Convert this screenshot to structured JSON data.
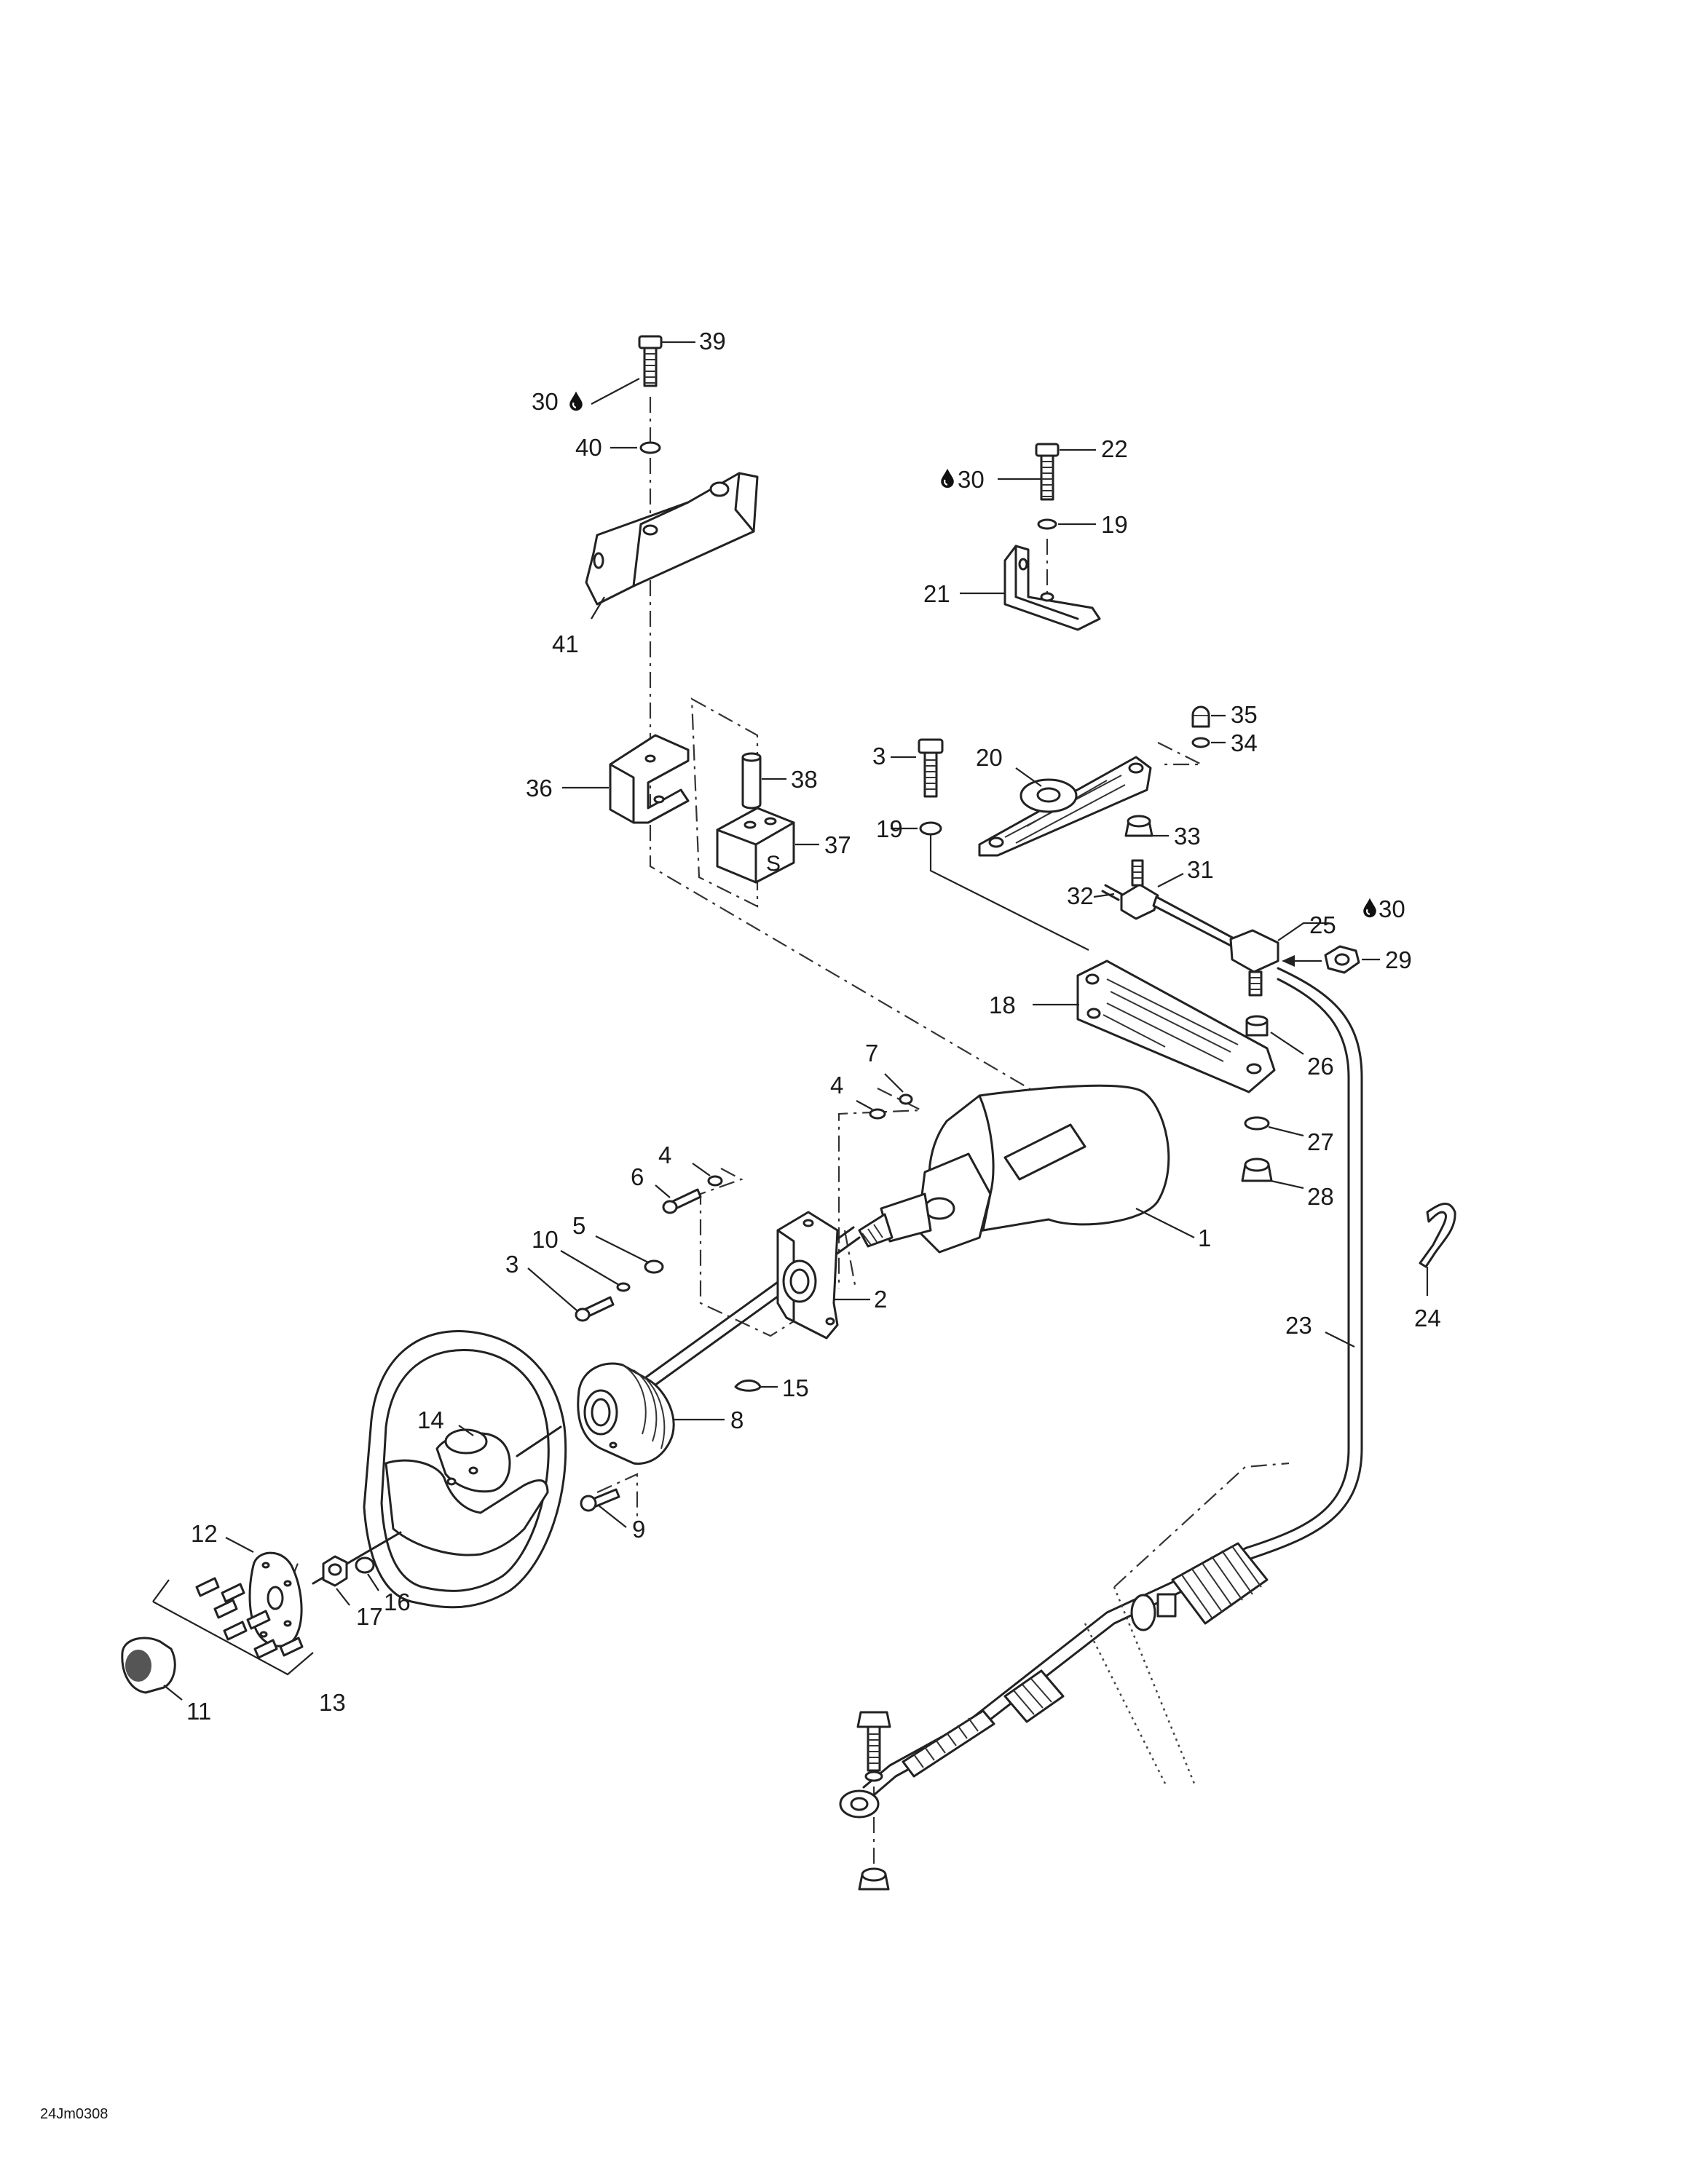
{
  "figure_code": "24Jm0308",
  "drop_symbol": "loctite-drop-icon",
  "callouts": [
    {
      "id": "c39",
      "text": "39"
    },
    {
      "id": "c30a",
      "text": "30"
    },
    {
      "id": "c40",
      "text": "40"
    },
    {
      "id": "c41",
      "text": "41"
    },
    {
      "id": "c22",
      "text": "22"
    },
    {
      "id": "c30b",
      "text": "30"
    },
    {
      "id": "c19a",
      "text": "19"
    },
    {
      "id": "c21",
      "text": "21"
    },
    {
      "id": "c35",
      "text": "35"
    },
    {
      "id": "c34",
      "text": "34"
    },
    {
      "id": "c36",
      "text": "36"
    },
    {
      "id": "c38",
      "text": "38"
    },
    {
      "id": "c37",
      "text": "37"
    },
    {
      "id": "c3a",
      "text": "3"
    },
    {
      "id": "c20",
      "text": "20"
    },
    {
      "id": "c19b",
      "text": "19"
    },
    {
      "id": "c33",
      "text": "33"
    },
    {
      "id": "c32",
      "text": "32"
    },
    {
      "id": "c31",
      "text": "31"
    },
    {
      "id": "c30c",
      "text": "30"
    },
    {
      "id": "c25",
      "text": "25"
    },
    {
      "id": "c29",
      "text": "29"
    },
    {
      "id": "c18",
      "text": "18"
    },
    {
      "id": "c7",
      "text": "7"
    },
    {
      "id": "c4a",
      "text": "4"
    },
    {
      "id": "c26",
      "text": "26"
    },
    {
      "id": "c27",
      "text": "27"
    },
    {
      "id": "c4b",
      "text": "4"
    },
    {
      "id": "c6",
      "text": "6"
    },
    {
      "id": "c28",
      "text": "28"
    },
    {
      "id": "c5",
      "text": "5"
    },
    {
      "id": "c10",
      "text": "10"
    },
    {
      "id": "c1",
      "text": "1"
    },
    {
      "id": "c3b",
      "text": "3"
    },
    {
      "id": "c2",
      "text": "2"
    },
    {
      "id": "c24",
      "text": "24"
    },
    {
      "id": "c23",
      "text": "23"
    },
    {
      "id": "c15",
      "text": "15"
    },
    {
      "id": "c14",
      "text": "14"
    },
    {
      "id": "c8",
      "text": "8"
    },
    {
      "id": "c9",
      "text": "9"
    },
    {
      "id": "c12",
      "text": "12"
    },
    {
      "id": "c16",
      "text": "16"
    },
    {
      "id": "c17",
      "text": "17"
    },
    {
      "id": "c11",
      "text": "11"
    },
    {
      "id": "c13",
      "text": "13"
    }
  ]
}
